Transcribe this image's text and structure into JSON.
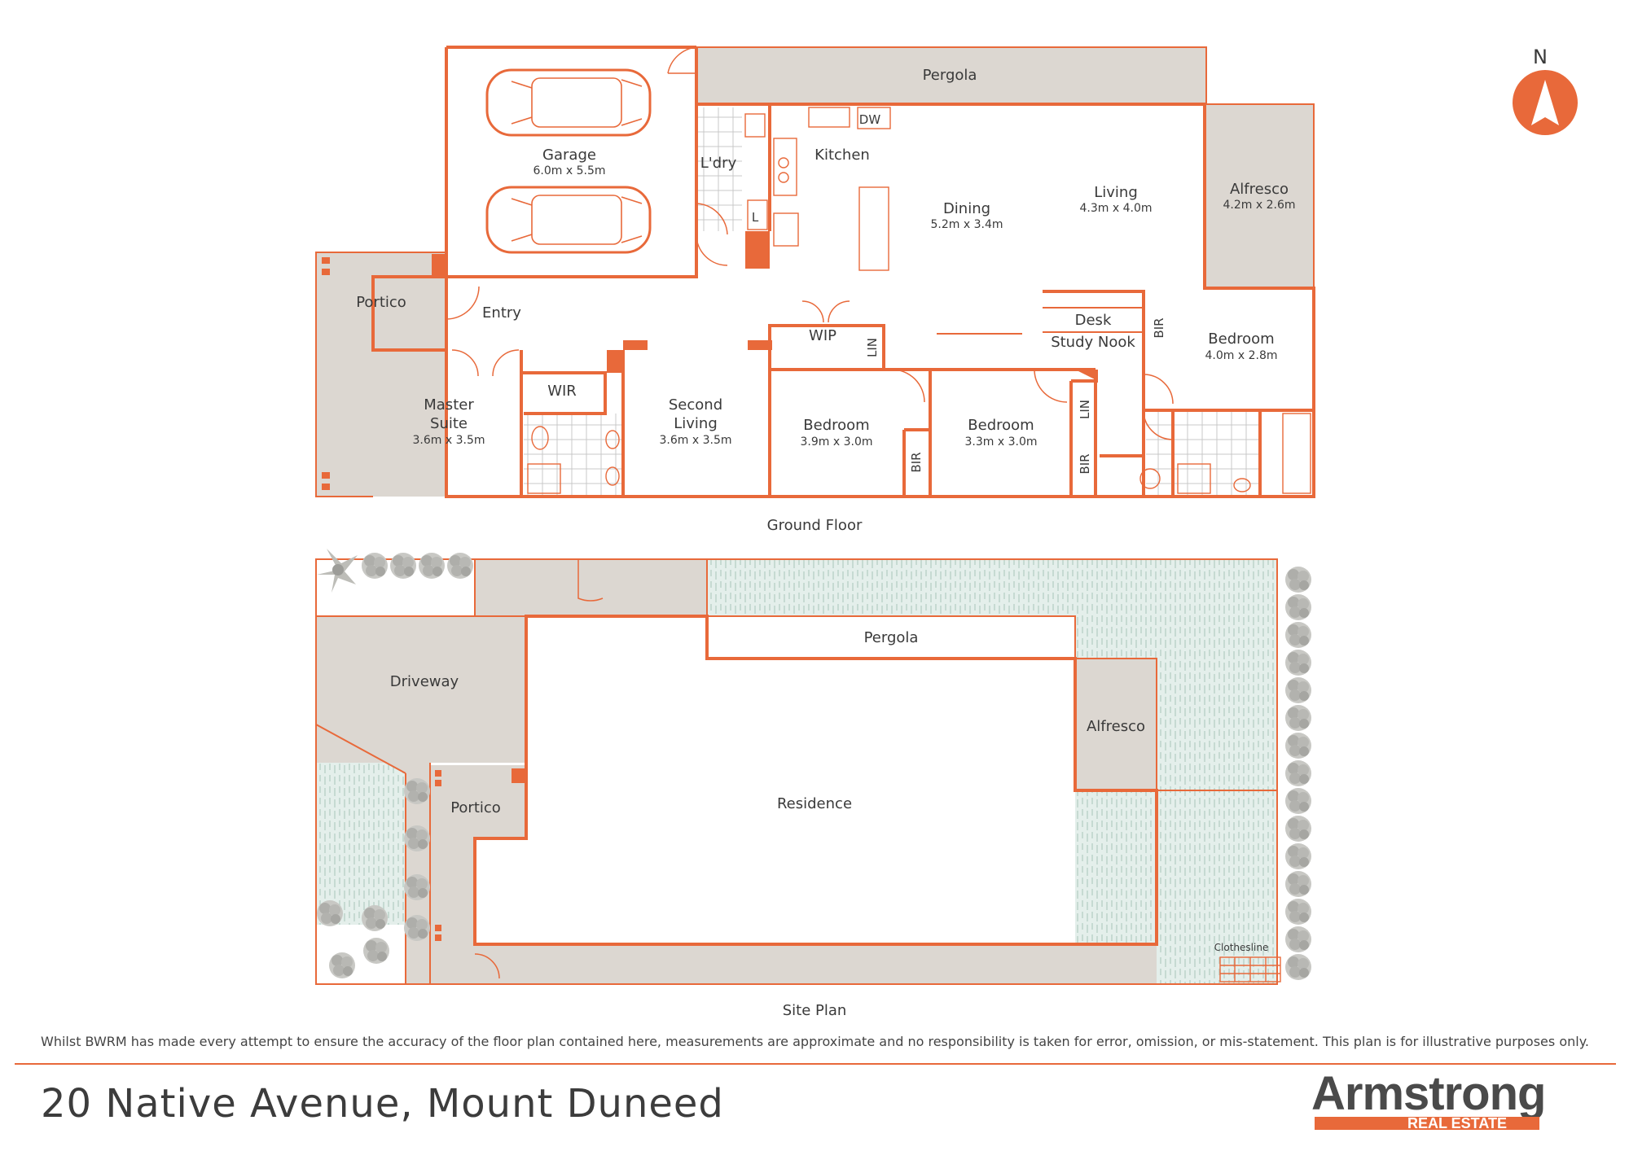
{
  "ground_floor": {
    "caption": "Ground Floor",
    "rooms": {
      "garage": {
        "name": "Garage",
        "dims": "6.0m x 5.5m"
      },
      "laundry": {
        "name": "L'dry"
      },
      "kitchen": {
        "name": "Kitchen"
      },
      "dw": {
        "name": "DW"
      },
      "linen_small": {
        "name": "L"
      },
      "dining": {
        "name": "Dining",
        "dims": "5.2m x 3.4m"
      },
      "living": {
        "name": "Living",
        "dims": "4.3m x 4.0m"
      },
      "alfresco": {
        "name": "Alfresco",
        "dims": "4.2m x 2.6m"
      },
      "pergola": {
        "name": "Pergola"
      },
      "portico": {
        "name": "Portico"
      },
      "entry": {
        "name": "Entry"
      },
      "master": {
        "line1": "Master",
        "line2": "Suite",
        "dims": "3.6m x 3.5m"
      },
      "wir": {
        "name": "WIR"
      },
      "second_living": {
        "line1": "Second",
        "line2": "Living",
        "dims": "3.6m x 3.5m"
      },
      "wip": {
        "name": "WIP"
      },
      "lin1": {
        "name": "LIN"
      },
      "desk": {
        "name": "Desk"
      },
      "study_nook": {
        "name": "Study Nook"
      },
      "bedroom_a": {
        "name": "Bedroom",
        "dims": "3.9m x 3.0m"
      },
      "bir_a": {
        "name": "BIR"
      },
      "bedroom_b": {
        "name": "Bedroom",
        "dims": "3.3m x 3.0m"
      },
      "lin2": {
        "name": "LIN"
      },
      "bir_b": {
        "name": "BIR"
      },
      "bedroom_c": {
        "name": "Bedroom",
        "dims": "4.0m x 2.8m"
      },
      "bir_c": {
        "name": "BIR"
      }
    }
  },
  "site_plan": {
    "caption": "Site Plan",
    "areas": {
      "driveway": "Driveway",
      "pergola": "Pergola",
      "alfresco": "Alfresco",
      "residence": "Residence",
      "portico": "Portico",
      "clothesline": "Clothesline"
    }
  },
  "compass": {
    "label": "N"
  },
  "disclaimer": "Whilst BWRM  has made every attempt to ensure the accuracy of the floor plan contained here, measurements are approximate and no responsibility is taken for error, omission, or mis-statement. This plan is for illustrative purposes only.",
  "address": "20 Native Avenue, Mount Duneed",
  "logo": {
    "word": "Armstrong",
    "sub": "REAL ESTATE"
  },
  "colors": {
    "accent": "#e8693a",
    "paving": "#d9d4cf",
    "lawn": "#cfe0da",
    "text": "#3a3a3a"
  }
}
